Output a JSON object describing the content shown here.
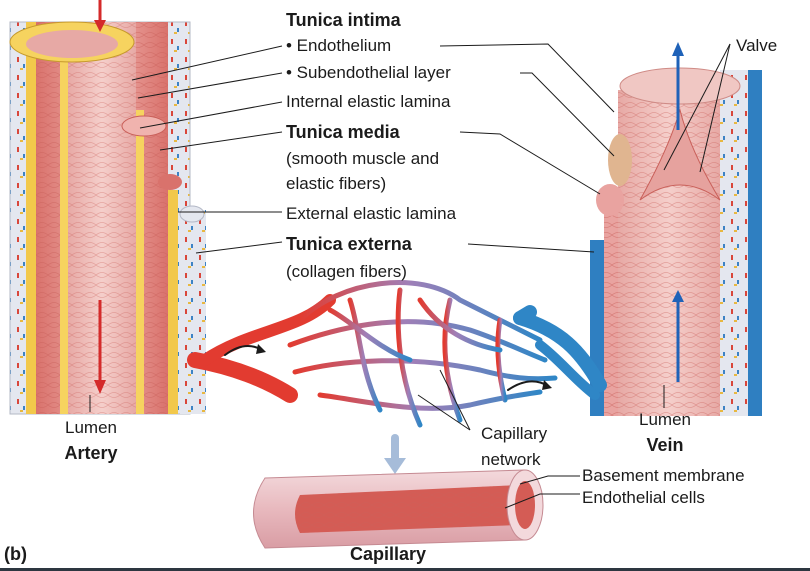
{
  "labels": {
    "tunica_intima": "Tunica intima",
    "endothelium": "• Endothelium",
    "subendothelial": "• Subendothelial layer",
    "internal_elastic": "Internal elastic lamina",
    "tunica_media": "Tunica media",
    "media_desc_1": "(smooth muscle and",
    "media_desc_2": "elastic fibers)",
    "external_elastic": "External elastic lamina",
    "tunica_externa": "Tunica externa",
    "externa_desc": "(collagen fibers)",
    "valve": "Valve",
    "lumen_left": "Lumen",
    "artery": "Artery",
    "lumen_right": "Lumen",
    "vein": "Vein",
    "capillary_network_1": "Capillary",
    "capillary_network_2": "network",
    "basement_membrane": "Basement membrane",
    "endothelial_cells": "Endothelial cells",
    "capillary": "Capillary",
    "panel": "(b)"
  },
  "colors": {
    "artery_red": "#e24a3b",
    "muscle_pink": "#e9a3a0",
    "elastic_yellow": "#f2c84b",
    "vein_blue": "#2f7fc1",
    "externa_grey": "#dfe3ec"
  }
}
